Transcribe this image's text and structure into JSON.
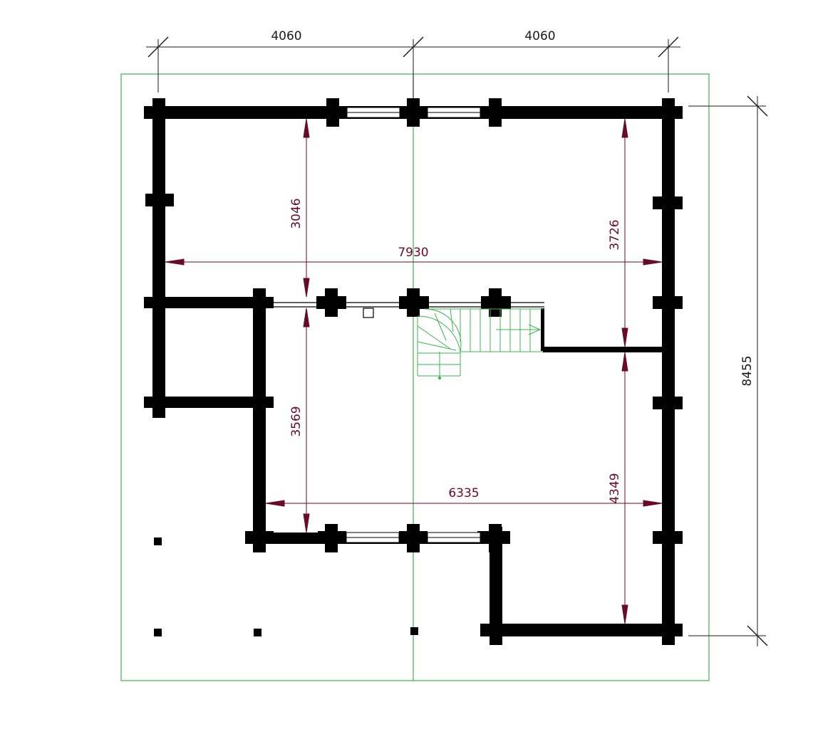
{
  "plan": {
    "colors": {
      "background": "#ffffff",
      "wall": "#000000",
      "outline": "#3cb44b",
      "stair": "#3cb44b",
      "dimension_outer": "#1a1a1a",
      "dimension_inner": "#6b0a28"
    },
    "dimensions": {
      "top_left": "4060",
      "top_right": "4060",
      "overall_height": "8455",
      "upper_width": "7930",
      "lower_width": "6335",
      "upper_left_depth": "3046",
      "lower_left_depth": "3569",
      "upper_right_depth": "3726",
      "lower_right_depth": "4349"
    }
  }
}
